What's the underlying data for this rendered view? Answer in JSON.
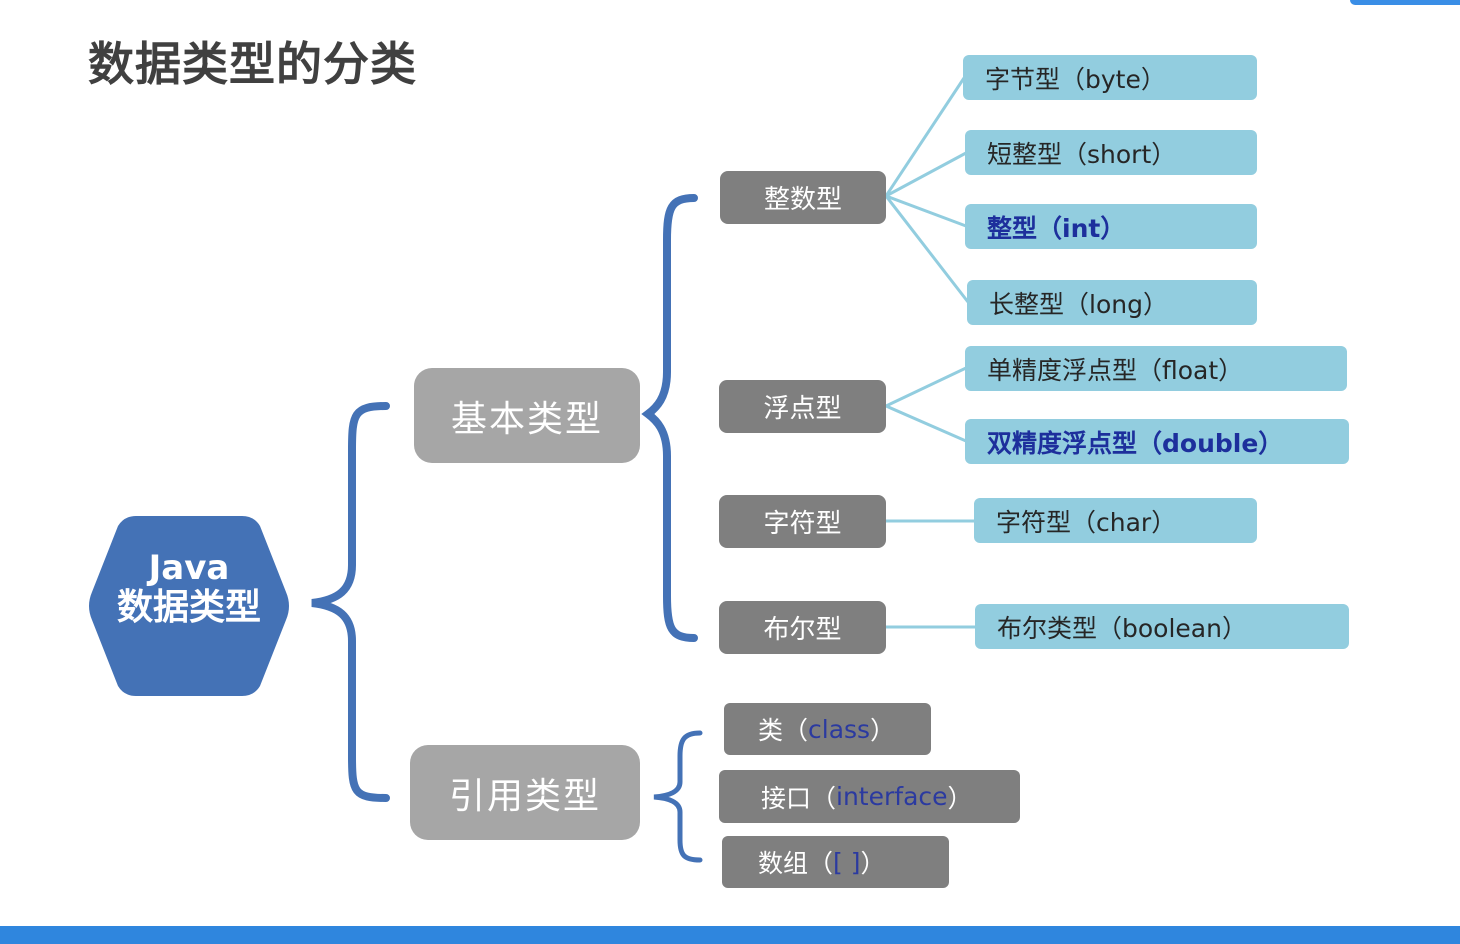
{
  "title": "数据类型的分类",
  "colors": {
    "hexagon": "#4472b6",
    "connector": "#4472b6",
    "leafLine": "#92cddf",
    "leafFill": "#92cddf",
    "level1": "#a6a6a6",
    "level2": "#7f7f7f",
    "accentText": "#1d2f9c",
    "bottomBar": "#2f86de"
  },
  "root": {
    "line1": "Java",
    "line2": "数据类型"
  },
  "categories": {
    "primitive": {
      "label": "基本类型",
      "groups": {
        "integer": {
          "label": "整数型",
          "leaves": {
            "byte": "字节型（byte）",
            "short": "短整型（short）",
            "int": "整型（int）",
            "long": "长整型（long）"
          }
        },
        "floating": {
          "label": "浮点型",
          "leaves": {
            "float": "单精度浮点型（float）",
            "double": "双精度浮点型（double）"
          }
        },
        "char": {
          "label": "字符型",
          "leaves": {
            "char": "字符型（char）"
          }
        },
        "boolean": {
          "label": "布尔型",
          "leaves": {
            "boolean": "布尔类型（boolean）"
          }
        }
      }
    },
    "reference": {
      "label": "引用类型",
      "items": {
        "class": {
          "prefix": "类（",
          "keyword": "class",
          "suffix": "）"
        },
        "interface": {
          "prefix": "接口（",
          "keyword": "interface",
          "suffix": "）"
        },
        "array": {
          "prefix": "数组（ ",
          "keyword": "[ ]",
          "suffix": " ）"
        }
      }
    }
  }
}
